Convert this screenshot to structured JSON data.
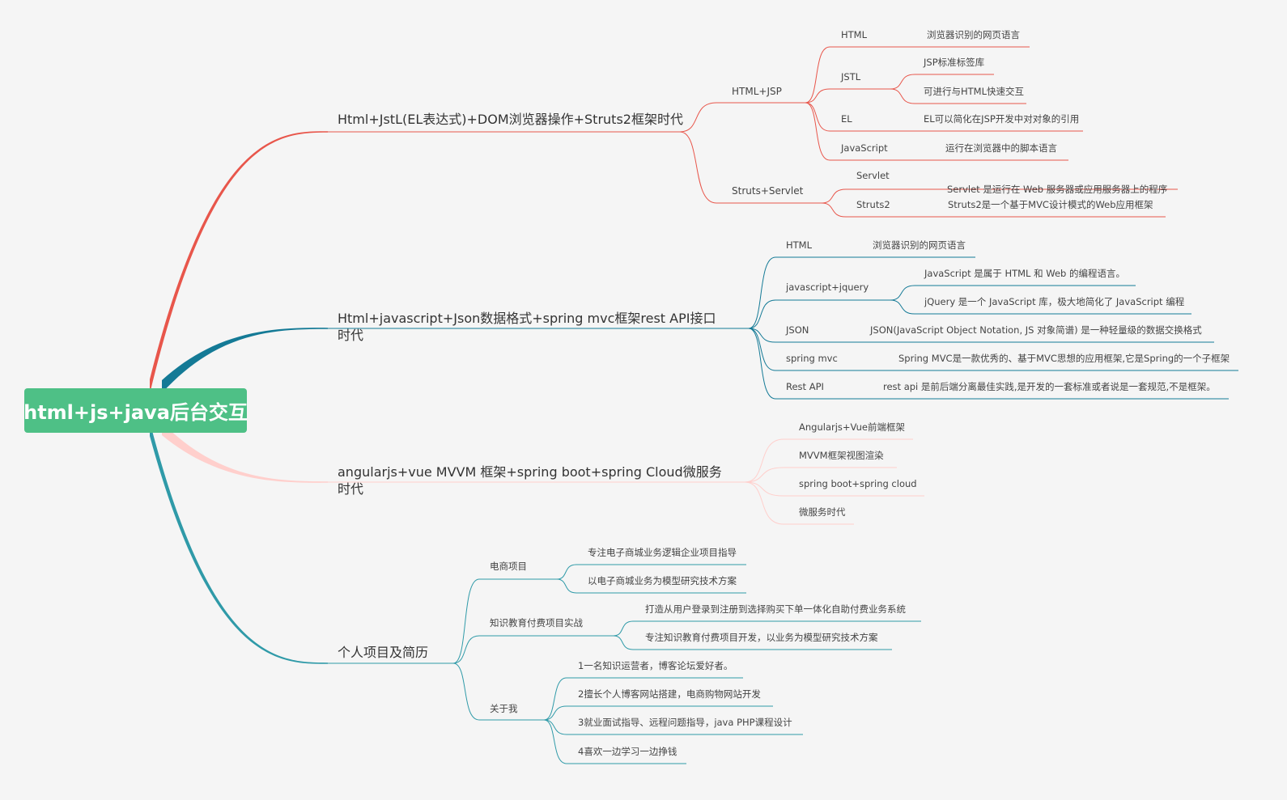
{
  "root": "html+js+java后台交互",
  "colors": {
    "root_bg": "#4ec086",
    "branch1": "#e8564b",
    "branch2": "#147a96",
    "branch3": "#ffcfcc",
    "branch4": "#2f9aa8"
  },
  "branches": [
    {
      "label": "Html+JstL(EL表达式)+DOM浏览器操作+Struts2框架时代",
      "children": [
        {
          "label": "HTML+JSP",
          "children": [
            {
              "label": "HTML",
              "desc": [
                "浏览器识别的网页语言"
              ]
            },
            {
              "label": "JSTL",
              "desc": [
                "JSP标准标签库",
                "可进行与HTML快速交互"
              ]
            },
            {
              "label": "EL",
              "desc": [
                "EL可以简化在JSP开发中对对象的引用"
              ]
            },
            {
              "label": "JavaScript",
              "desc": [
                "运行在浏览器中的脚本语言"
              ]
            }
          ]
        },
        {
          "label": "Struts+Servlet",
          "children": [
            {
              "label": "Servlet",
              "desc": [
                "Servlet 是运行在 Web 服务器或应用服务器上的程序"
              ]
            },
            {
              "label": "Struts2",
              "desc": [
                "Struts2是一个基于MVC设计模式的Web应用框架"
              ]
            }
          ]
        }
      ]
    },
    {
      "label": "Html+javascript+Json数据格式+spring mvc框架rest API接口时代",
      "children": [
        {
          "label": "HTML",
          "desc": [
            "浏览器识别的网页语言"
          ]
        },
        {
          "label": "javascript+jquery",
          "desc": [
            "JavaScript 是属于 HTML 和 Web 的编程语言。",
            "jQuery 是一个 JavaScript 库，极大地简化了 JavaScript 编程"
          ]
        },
        {
          "label": "JSON",
          "desc": [
            "JSON(JavaScript Object Notation, JS 对象简谱) 是一种轻量级的数据交换格式"
          ]
        },
        {
          "label": "spring  mvc",
          "desc": [
            "Spring MVC是一款优秀的、基于MVC思想的应用框架,它是Spring的一个子框架"
          ]
        },
        {
          "label": "Rest API",
          "desc": [
            "rest api 是前后端分离最佳实践,是开发的一套标准或者说是一套规范,不是框架。"
          ]
        }
      ]
    },
    {
      "label": "angularjs+vue  MVVM 框架+spring boot+spring Cloud微服务时代",
      "children": [
        {
          "label": "Angularjs+Vue前端框架"
        },
        {
          "label": "MVVM框架视图渲染"
        },
        {
          "label": "spring boot+spring cloud"
        },
        {
          "label": "微服务时代"
        }
      ]
    },
    {
      "label": "个人项目及简历",
      "children": [
        {
          "label": "电商项目",
          "desc": [
            "专注电子商城业务逻辑企业项目指导",
            "以电子商城业务为模型研究技术方案"
          ]
        },
        {
          "label": "知识教育付费项目实战",
          "desc": [
            "打造从用户登录到注册到选择购买下单一体化自助付费业务系统",
            "专注知识教育付费项目开发，以业务为模型研究技术方案"
          ]
        },
        {
          "label": "关于我",
          "desc": [
            "1一名知识运营者，博客论坛爱好者。",
            "2擅长个人博客网站搭建，电商购物网站开发",
            "3就业面试指导、远程问题指导，java PHP课程设计",
            "4喜欢一边学习一边挣钱"
          ]
        }
      ]
    }
  ]
}
